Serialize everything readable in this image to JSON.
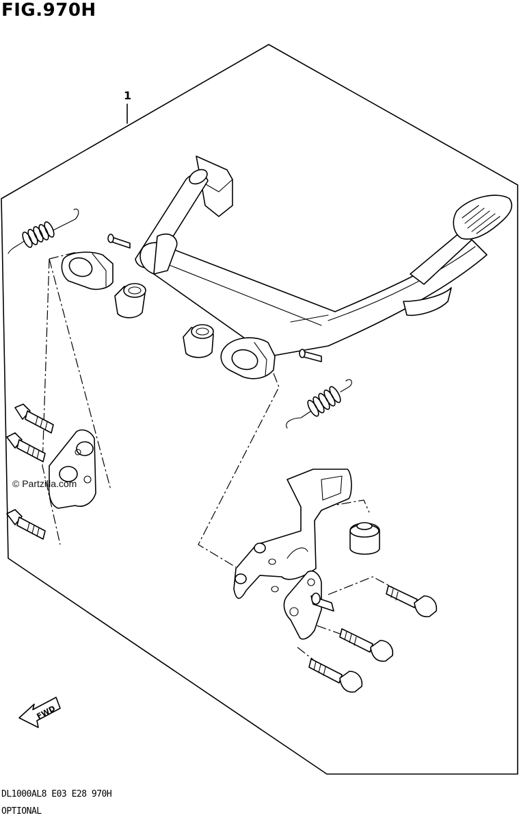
{
  "figure": {
    "title": "FIG.970H",
    "callout_number": "1"
  },
  "watermark": "© Partzilla.com",
  "direction_arrow": {
    "label": "FWD"
  },
  "footer": {
    "model_code": "DL1000AL8  E03  E28  970H",
    "note": "OPTIONAL"
  },
  "parts": [
    {
      "name": "center-stand-assembly",
      "callout": "1"
    },
    {
      "name": "stand-spring-left"
    },
    {
      "name": "stand-spring-right"
    },
    {
      "name": "pivot-bushing-left"
    },
    {
      "name": "pivot-bushing-right"
    },
    {
      "name": "pivot-pin-left"
    },
    {
      "name": "pivot-pin-right"
    },
    {
      "name": "left-mounting-bracket"
    },
    {
      "name": "right-mounting-bracket"
    },
    {
      "name": "stopper-rubber"
    },
    {
      "name": "mounting-bolts"
    }
  ]
}
